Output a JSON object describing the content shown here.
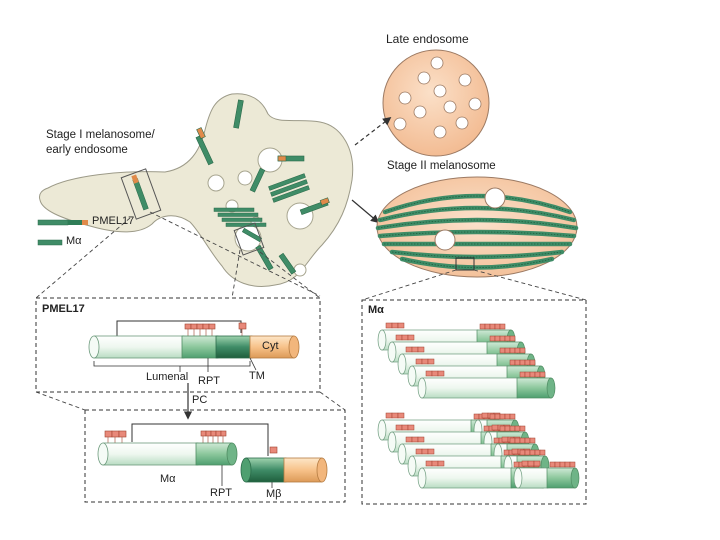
{
  "labels": {
    "late_endosome": "Late endosome",
    "stage1_line1": "Stage I melanosome/",
    "stage1_line2": "early endosome",
    "stage2": "Stage II melanosome",
    "legend_pmel": "PMEL17",
    "legend_malpha": "Mα",
    "panel_pmel_title": "PMEL17",
    "panel_malpha_title": "Mα",
    "cyt": "Cyt",
    "lumenal": "Lumenal",
    "rpt": "RPT",
    "tm": "TM",
    "pc": "PC",
    "malpha": "Mα",
    "rpt2": "RPT",
    "mbeta": "Mβ"
  },
  "colors": {
    "cell_fill": "#ece9d6",
    "late_endosome_fill": "#f7c9a6",
    "vesicle_fill": "#ffffff",
    "fiber_green": "#3f8c67",
    "fiber_light": "#e9f4ea",
    "rpt_green": "#8cc79c",
    "tm_green": "#2f7d57",
    "cyt_orange": "#f7c28a",
    "glyco_red": "#cc5533"
  }
}
